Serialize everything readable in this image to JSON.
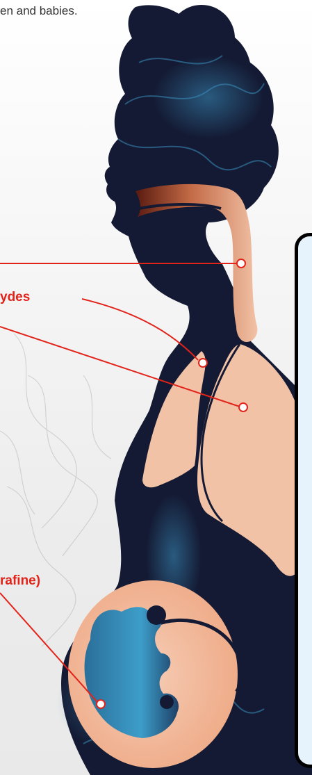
{
  "intro": {
    "text": "en and babies."
  },
  "labels": {
    "aldehydes": "ydes",
    "paraffin": "rafine)"
  },
  "colors": {
    "accent_red": "#e2231a",
    "silhouette_navy": "#141a33",
    "smoke_blue": "#2e7ea8",
    "organ_peach": "#f2c2a6",
    "panel_bg": "#e6f3fc"
  }
}
